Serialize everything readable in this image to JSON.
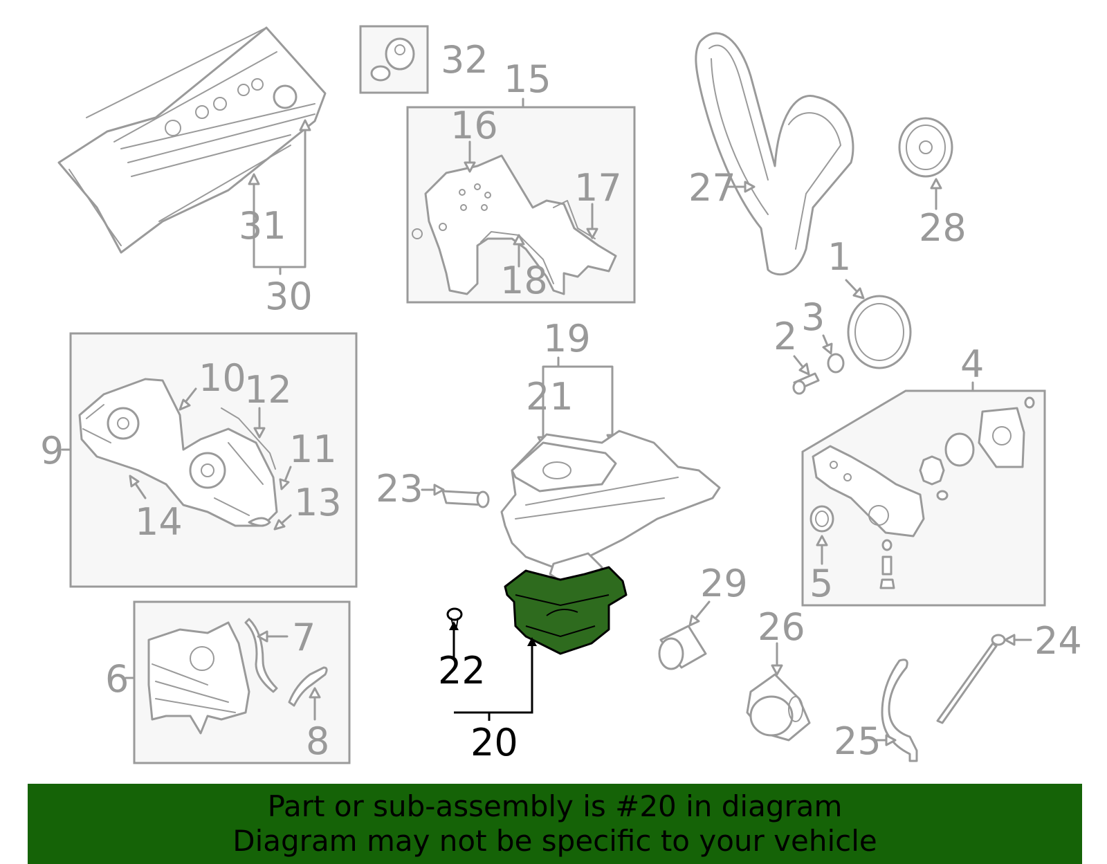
{
  "callouts": {
    "n1": "1",
    "n2": "2",
    "n3": "3",
    "n4": "4",
    "n5": "5",
    "n6": "6",
    "n7": "7",
    "n8": "8",
    "n9": "9",
    "n10": "10",
    "n11": "11",
    "n12": "12",
    "n13": "13",
    "n14": "14",
    "n15": "15",
    "n16": "16",
    "n17": "17",
    "n18": "18",
    "n19": "19",
    "n20": "20",
    "n21": "21",
    "n22": "22",
    "n23": "23",
    "n24": "24",
    "n25": "25",
    "n26": "26",
    "n27": "27",
    "n28": "28",
    "n29": "29",
    "n30": "30",
    "n31": "31",
    "n32": "32"
  },
  "highlighted_part": "20",
  "banner": {
    "line1": "Part or sub-assembly is #20 in diagram",
    "line2": "Diagram may not be specific to your vehicle"
  },
  "colors": {
    "highlight_fill": "#2e6b1e",
    "banner_background": "#156307",
    "line_gray": "#9a9a9a",
    "callout_gray": "#999999",
    "box_fill": "#f7f7f7"
  }
}
